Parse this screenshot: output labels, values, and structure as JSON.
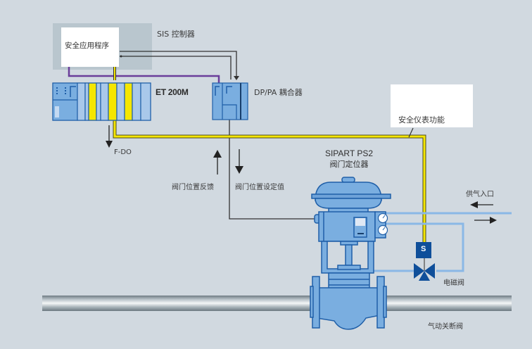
{
  "diagram": {
    "title": "SIS safety instrumented function with SIPART PS2 valve positioner",
    "sis_controller": {
      "label": "SIS 控制器",
      "app_box_label": "安全应用程序"
    },
    "et200m": {
      "label": "ET 200M"
    },
    "dp_pa_coupler": {
      "label": "DP/PA 耦合器"
    },
    "fdo": {
      "label": "F-DO"
    },
    "feedback": {
      "label": "阀门位置反馈"
    },
    "setpoint": {
      "label": "阀门位置设定值"
    },
    "sif": {
      "label": "安全仪表功能"
    },
    "positioner": {
      "line1": "SIPART PS2",
      "line2": "阀门定位器"
    },
    "air_supply": {
      "label": "供气入口"
    },
    "solenoid": {
      "label": "电磁阀",
      "badge": "S"
    },
    "shutoff_valve": {
      "label": "气动关断阀"
    },
    "colors": {
      "background": "#d1d9e0",
      "controller_panel": "#b9c6ce",
      "module_blue": "#7aaee0",
      "module_light": "#a9c8ea",
      "module_stroke": "#1f5fa8",
      "safety_yellow": "#f5e600",
      "profibus_purple": "#6a3d9a",
      "solenoid_blue": "#0f4f9a",
      "air_line": "#8ab8e6",
      "signal_line": "#333333"
    }
  }
}
